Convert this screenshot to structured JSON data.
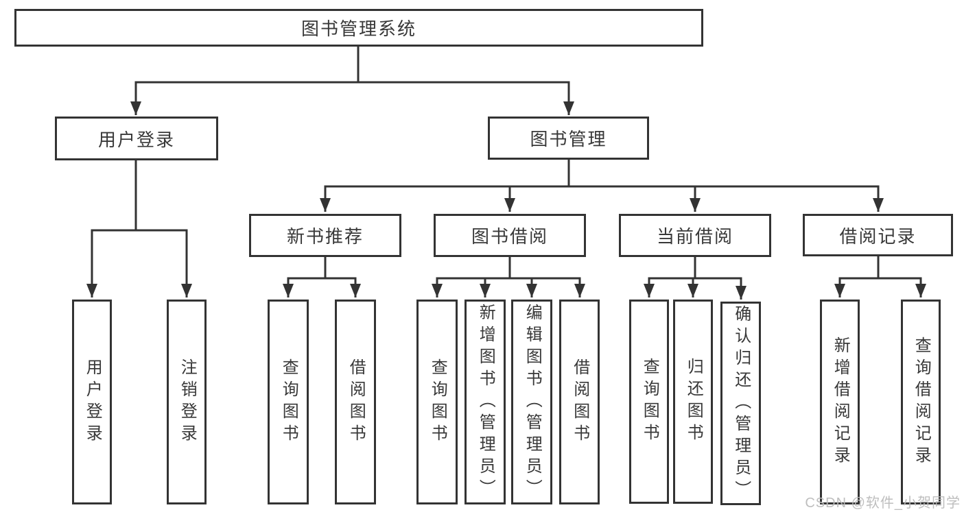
{
  "diagram_type": "functional-structure-tree",
  "colors": {
    "background": "#ffffff",
    "line": "#333333",
    "box_border": "#333333",
    "text": "#383838",
    "watermark": "#bbbbbb"
  },
  "tree": {
    "label": "图书管理系统",
    "children": [
      {
        "label": "用户登录",
        "children": [
          {
            "label": "用户登录"
          },
          {
            "label": "注销登录"
          }
        ]
      },
      {
        "label": "图书管理",
        "children": [
          {
            "label": "新书推荐",
            "children": [
              {
                "label": "查询图书"
              },
              {
                "label": "借阅图书"
              }
            ]
          },
          {
            "label": "图书借阅",
            "children": [
              {
                "label": "查询图书"
              },
              {
                "label": "新增图书（管理员）"
              },
              {
                "label": "编辑图书（管理员）"
              },
              {
                "label": "借阅图书"
              }
            ]
          },
          {
            "label": "当前借阅",
            "children": [
              {
                "label": "查询图书"
              },
              {
                "label": "归还图书"
              },
              {
                "label": "确认归还（管理员）"
              }
            ]
          },
          {
            "label": "借阅记录",
            "children": [
              {
                "label": "新增借阅记录"
              },
              {
                "label": "查询借阅记录"
              }
            ]
          }
        ]
      }
    ]
  },
  "watermark": {
    "text": "CSDN @软件_小贺同学"
  }
}
